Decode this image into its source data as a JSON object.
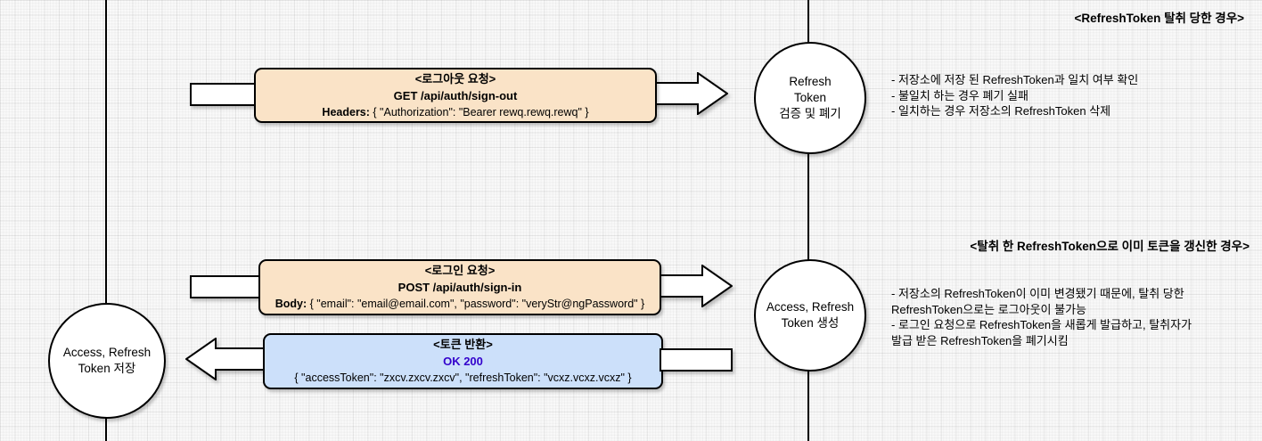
{
  "titles": {
    "case1": "<RefreshToken 탈취 당한 경우>",
    "case2": "<탈취 한 RefreshToken으로 이미 토큰을 갱신한 경우>"
  },
  "boxes": {
    "signout": {
      "title": "<로그아웃 요청>",
      "method": "GET /api/auth/sign-out",
      "detail_label": "Headers:",
      "detail_value": " { \"Authorization\": \"Bearer rewq.rewq.rewq\" }",
      "fill": "#FAE3C7"
    },
    "signin": {
      "title": "<로그인 요청>",
      "method": "POST /api/auth/sign-in",
      "detail_label": "Body:",
      "detail_value": " { \"email\": \"email@email.com\", \"password\": \"veryStr@ngPassword\" }",
      "fill": "#FAE3C7"
    },
    "token_return": {
      "title": "<토큰 반환>",
      "status": "OK 200",
      "status_color": "#3300CC",
      "payload": "{ \"accessToken\": \"zxcv.zxcv.zxcv\", \"refreshToken\": \"vcxz.vcxz.vcxz\" }",
      "fill": "#CCE0FA"
    }
  },
  "circles": {
    "verify": "Refresh\nToken\n검증 및 폐기",
    "generate": "Access, Refresh\nToken 생성",
    "store": "Access, Refresh\nToken 저장"
  },
  "notes": {
    "case1": "- 저장소에 저장 된 RefreshToken과 일치 여부 확인\n- 불일치 하는 경우 폐기 실패\n- 일치하는 경우 저장소의 RefreshToken 삭제",
    "case2": "- 저장소의 RefreshToken이 이미 변경됐기 때문에, 탈취 당한\nRefreshToken으로는 로그아웃이 불가능\n- 로그인 요청으로 RefreshToken을 새롭게 발급하고, 탈취자가\n발급 받은 RefreshToken을 폐기시킴"
  }
}
